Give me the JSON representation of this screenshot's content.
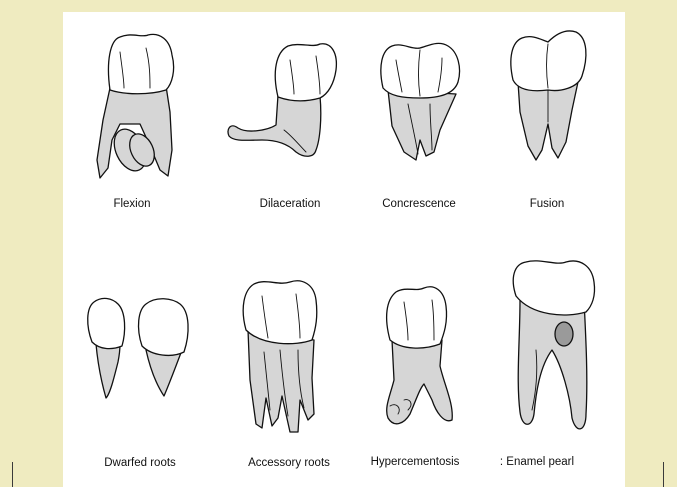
{
  "figure": {
    "labels": {
      "flexion": "Flexion",
      "dilaceration": "Dilaceration",
      "concrescence": "Concrescence",
      "fusion": "Fusion",
      "dwarfed_roots": "Dwarfed roots",
      "accessory_roots": "Accessory roots",
      "hypercementosis": "Hypercementosis",
      "enamel_pearl": ": Enamel pearl"
    }
  },
  "colors": {
    "page_background": "#efebc0",
    "panel_background": "#ffffff",
    "root_fill": "#d6d6d6"
  }
}
